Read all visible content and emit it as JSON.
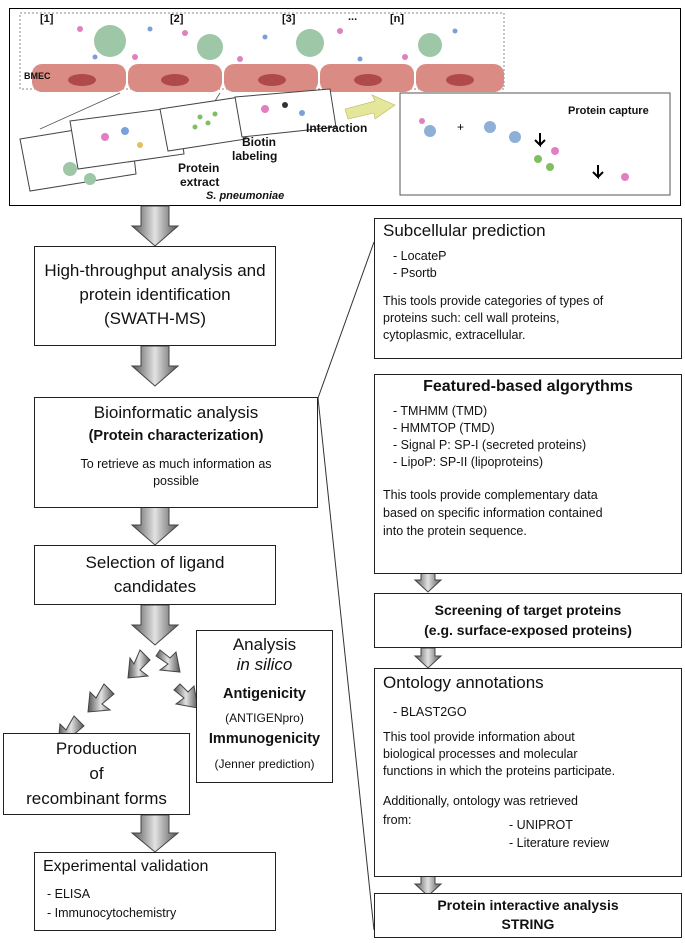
{
  "top_panel": {
    "steps": [
      "[1]",
      "[2]",
      "[3]",
      "...",
      "[n]"
    ],
    "bmec_label": "BMEC",
    "protein_extract": [
      "Protein",
      "extract"
    ],
    "biotin_labeling": [
      "Biotin",
      "labeling"
    ],
    "interaction": "Interaction",
    "protein_capture": "Protein capture",
    "organism": "S. pneumoniae"
  },
  "left": {
    "hta": [
      "High-throughput analysis and",
      "protein identification",
      "(SWATH-MS)"
    ],
    "bio": {
      "title": "Bioinformatic analysis",
      "subtitle": "(Protein characterization)",
      "desc": [
        "To retrieve as much information as",
        "possible"
      ]
    },
    "sel": [
      "Selection of ligand",
      "candidates"
    ],
    "prod": [
      "Production",
      "of",
      "recombinant forms"
    ],
    "exp": {
      "title": "Experimental validation",
      "items": [
        "- ELISA",
        "- Immunocytochemistry"
      ]
    }
  },
  "insilico": {
    "title": "Analysis",
    "subtitle": "in silico",
    "antigenicity": "Antigenicity",
    "antigenpro": "(ANTIGENpro)",
    "immunogenicity": "Immunogenicity",
    "jenner": "(Jenner prediction)"
  },
  "right": {
    "subcell": {
      "title": "Subcellular prediction",
      "items": [
        "- LocateP",
        "- Psortb"
      ],
      "desc": [
        "This tools provide categories of types of",
        "proteins such: cell wall proteins,",
        "cytoplasmic, extracellular."
      ]
    },
    "feat": {
      "title": "Featured-based algorythms",
      "items": [
        "- TMHMM (TMD)",
        "- HMMTOP (TMD)",
        "- Signal P: SP-I (secreted proteins)",
        "- LipoP: SP-II     (lipoproteins)"
      ],
      "desc": [
        "This tools provide complementary data",
        "based on specific  information contained",
        "into the protein sequence."
      ]
    },
    "screen": [
      "Screening of target proteins",
      "(e.g. surface-exposed proteins)"
    ],
    "onto": {
      "title": "Ontology annotations",
      "items": [
        "- BLAST2GO"
      ],
      "desc": [
        "This tool provide information about",
        "biological processes    and molecular",
        "functions in which the proteins participate."
      ],
      "extra1": "Additionally, ontology was retrieved",
      "extra2": "from:",
      "sources": [
        "- UNIPROT",
        "- Literature review"
      ]
    },
    "string": [
      "Protein interactive analysis",
      "STRING"
    ]
  },
  "colors": {
    "membrane": "#d98b84",
    "nucleus": "#b04a4a",
    "sphere": "#9dc7a6",
    "arrow_dark": "#555555",
    "arrow_light": "#dcdcdc"
  }
}
